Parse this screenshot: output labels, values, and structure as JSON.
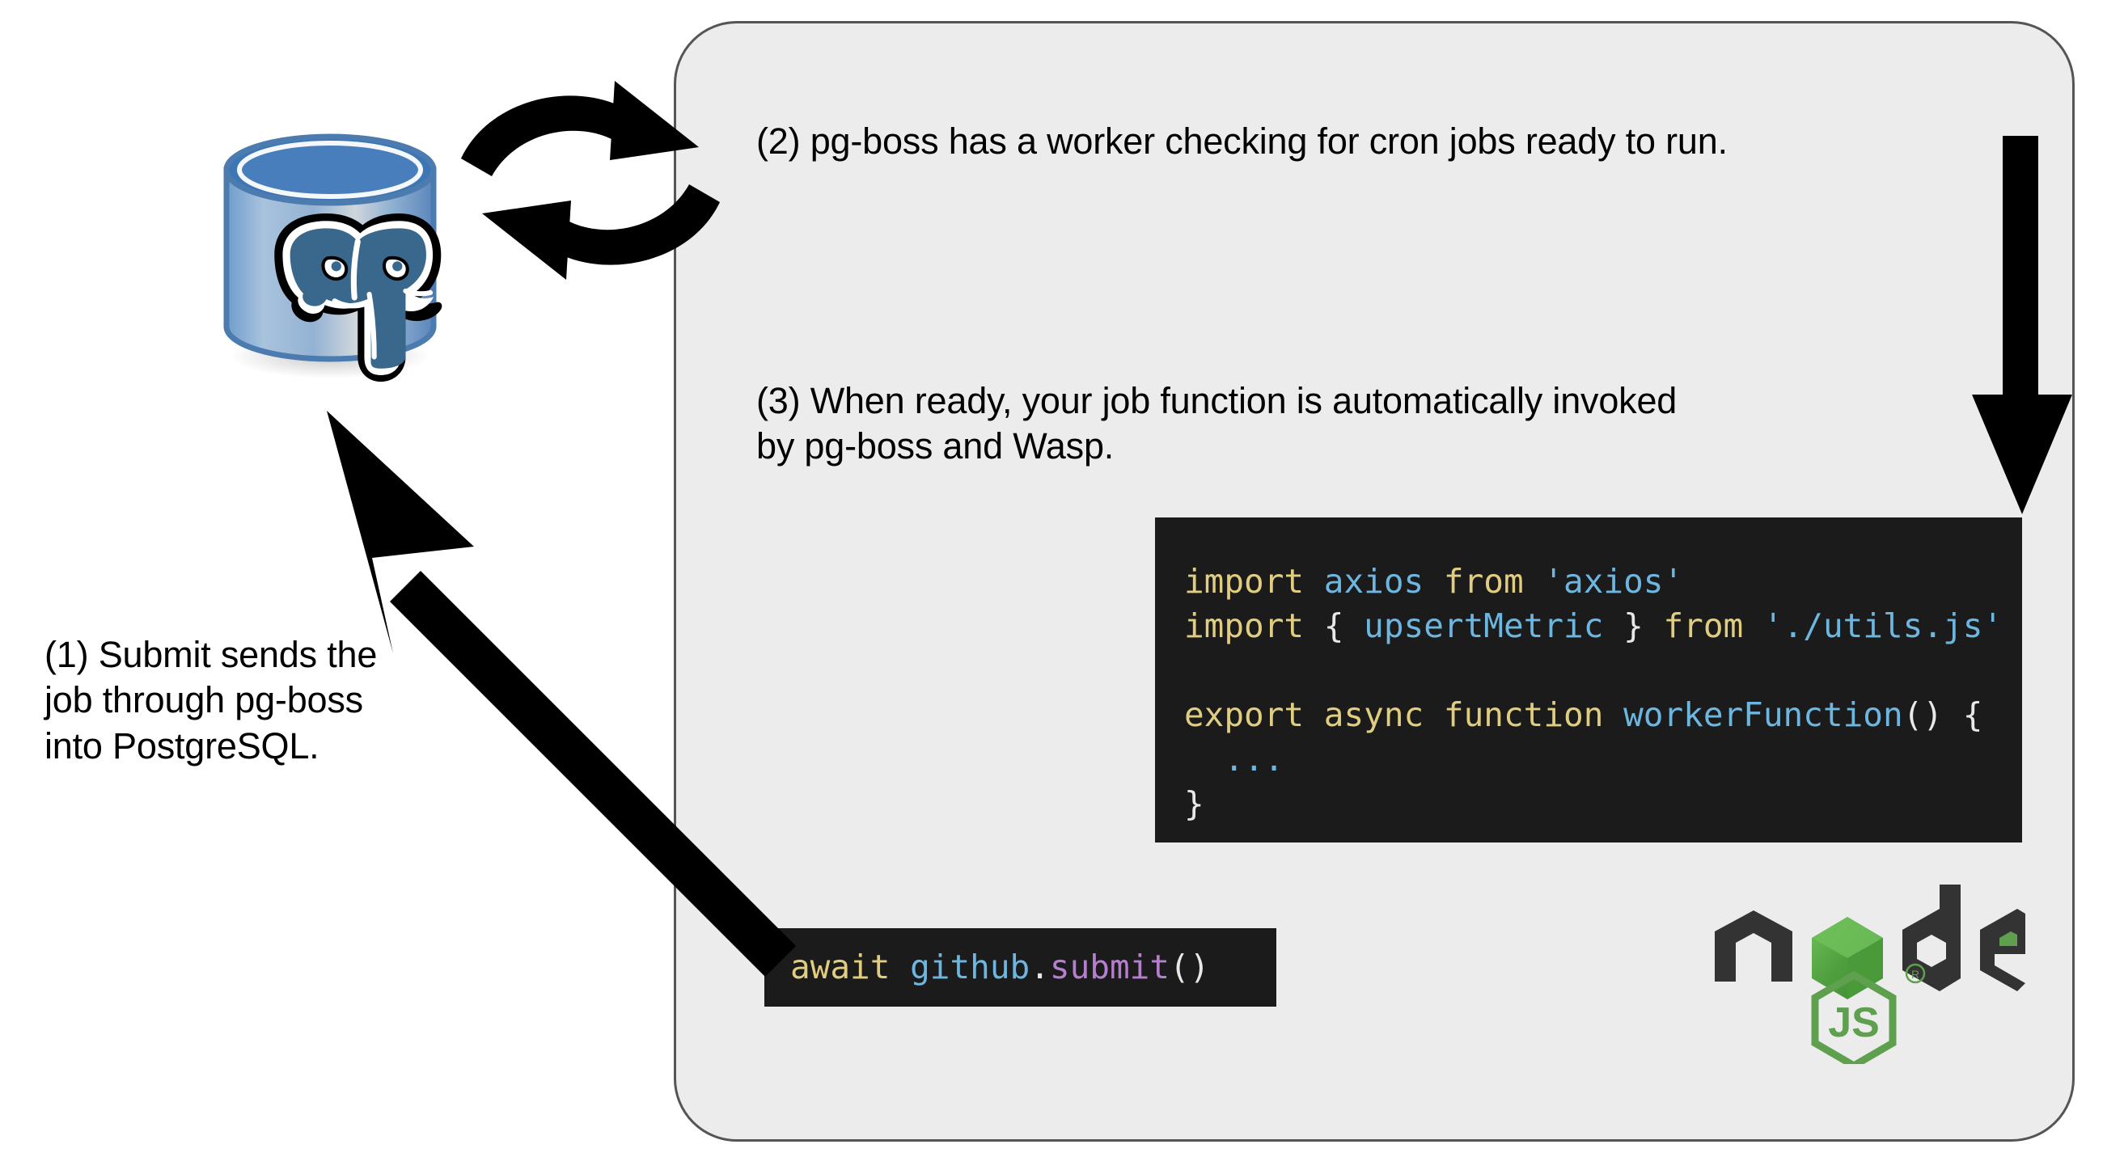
{
  "diagram": {
    "title": "Wasp pg-boss job flow",
    "background_color": "#ffffff",
    "panel": {
      "name": "wasp-server-panel",
      "fill_color": "#ececec",
      "border_color": "#555555"
    }
  },
  "captions": {
    "step1": "(1) Submit sends the\njob through pg-boss\ninto PostgreSQL.",
    "step2": "(2) pg-boss has a worker checking for cron jobs ready to run.",
    "step3": "(3) When ready, your job function is automatically invoked\nby pg-boss and Wasp."
  },
  "code": {
    "submit": {
      "full_text": "await github.submit()",
      "tokens": {
        "keyword": "await",
        "object": "github",
        "dot": ".",
        "method": "submit",
        "parens": "()"
      }
    },
    "worker": {
      "full_text": "import axios from 'axios'\nimport { upsertMetric } from './utils.js'\n\nexport async function workerFunction() {\n  ...\n}",
      "lines": [
        {
          "kw1": "import",
          "id1": "axios",
          "kw2": "from",
          "str1": "'axios'"
        },
        {
          "kw1": "import",
          "brace_open": "{",
          "id1": "upsertMetric",
          "brace_close": "}",
          "kw2": "from",
          "str1": "'./utils.js'"
        },
        {
          "blank": ""
        },
        {
          "kw1": "export",
          "kw2": "async",
          "kw3": "function",
          "fn": "workerFunction",
          "parens": "()",
          "brace_open": "{"
        },
        {
          "dots": "..."
        },
        {
          "brace_close": "}"
        }
      ]
    }
  },
  "logos": {
    "postgresql": {
      "name": "postgresql-logo",
      "alt": "PostgreSQL elephant on a database cylinder",
      "cylinder_color": "#4a7fb5",
      "cylinder_top_color": "#3f74ad",
      "elephant_color": "#39688c"
    },
    "nodejs": {
      "name": "nodejs-logo",
      "alt": "Node.js wordmark with JS hexagon",
      "wordmark": "node",
      "badge_text": "JS",
      "registered_mark": "®",
      "dark_color": "#333333",
      "green_color": "#5fa04e"
    }
  },
  "arrows": {
    "sync": {
      "name": "sync-arrows-icon",
      "description": "bidirectional circular arrows between PostgreSQL and pg-boss worker",
      "color": "#000000"
    },
    "down": {
      "name": "down-arrow",
      "description": "arrow pointing down to the worker function code",
      "color": "#000000"
    },
    "diagonal": {
      "name": "submit-to-postgres-arrow",
      "description": "arrow from await github.submit() up to PostgreSQL",
      "color": "#000000"
    }
  }
}
